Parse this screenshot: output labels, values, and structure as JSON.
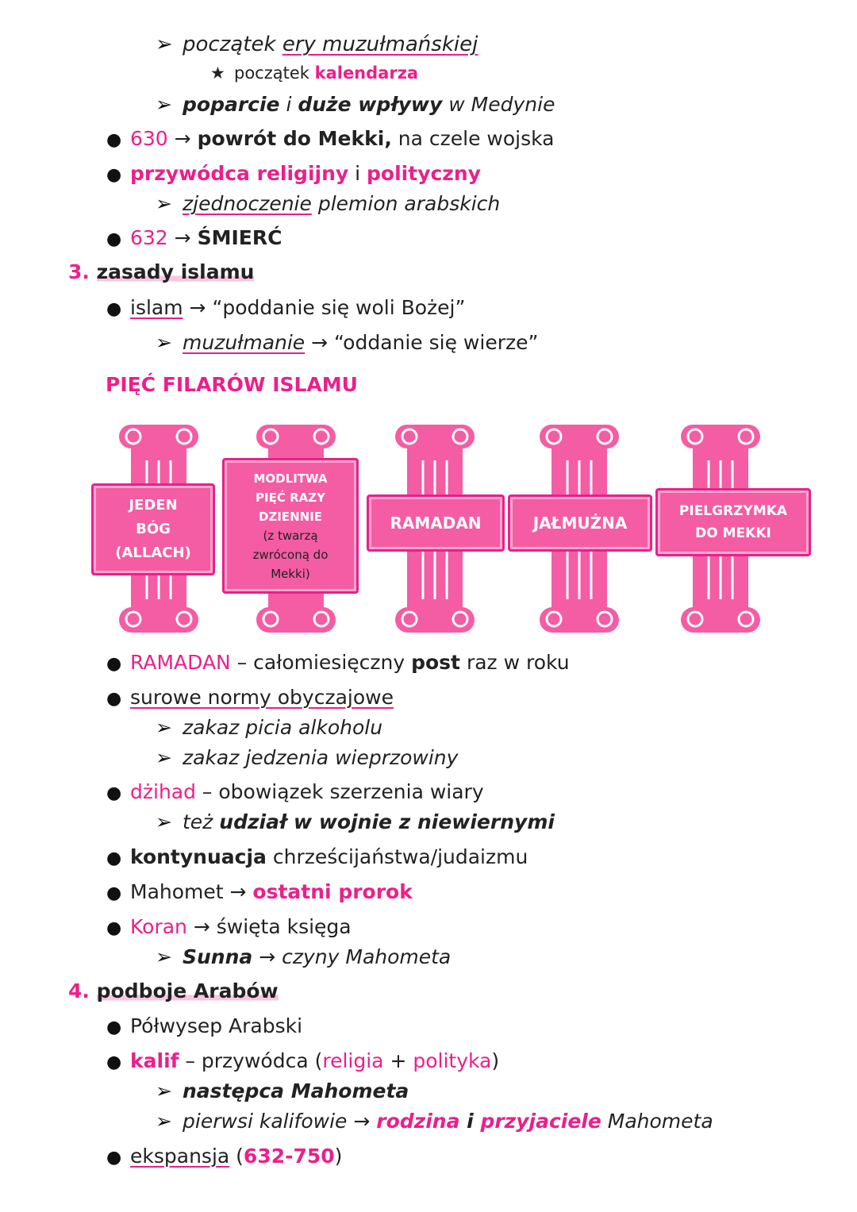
{
  "lines": {
    "l1": {
      "text": "początek ",
      "u": "ery muzułmańskiej"
    },
    "l2": {
      "a": "początek ",
      "b": "kalendarza"
    },
    "l3": {
      "a": "poparcie",
      "b": " i ",
      "c": "duże wpływy",
      "d": " w Medynie"
    },
    "l4": {
      "a": "630",
      "b": " → ",
      "c": "powrót do Mekki,",
      "d": " na czele wojska"
    },
    "l5": {
      "a": "przywódca religijny",
      "b": " i ",
      "c": "polityczny"
    },
    "l6": {
      "a": "zjednoczenie",
      "b": " plemion arabskich"
    },
    "l7": {
      "a": "632",
      "b": " → ",
      "c": "ŚMIERĆ"
    },
    "l8": {
      "a": "islam",
      "b": " → ",
      "c": "“poddanie się woli Bożej”"
    },
    "l9": {
      "a": "muzułmanie",
      "b": " → ",
      "c": "“oddanie się wierze”"
    },
    "l10": {
      "a": "RAMADAN",
      "b": " – całomiesięczny ",
      "c": "post",
      "d": " raz w roku"
    },
    "l11": {
      "a": "surowe normy obyczajowe"
    },
    "l12": {
      "a": "zakaz picia alkoholu"
    },
    "l13": {
      "a": "zakaz jedzenia wieprzowiny"
    },
    "l14": {
      "a": "dżihad",
      "b": " – obowiązek szerzenia wiary"
    },
    "l15": {
      "a": "też ",
      "b": "udział w wojnie z niewiernymi"
    },
    "l16": {
      "a": "kontynuacja",
      "b": " chrześcijaństwa/judaizmu"
    },
    "l17": {
      "a": "Mahomet → ",
      "b": "ostatni prorok"
    },
    "l18": {
      "a": "Koran",
      "b": " → święta księga"
    },
    "l19": {
      "a": "Sunna",
      "b": " → czyny Mahometa"
    },
    "l20": {
      "a": "Półwysep Arabski"
    },
    "l21": {
      "a": "kalif",
      "b": " – przywódca (",
      "c": "religia",
      "d": " + ",
      "e": "polityka",
      "f": ")"
    },
    "l22": {
      "a": "następca Mahometa"
    },
    "l23": {
      "a": "pierwsi kalifowie → ",
      "b": "rodzina",
      "c": " i ",
      "d": "przyjaciele",
      "e": " Mahometa"
    },
    "l24": {
      "a": "ekspansja",
      "b": " (",
      "c": "632-750",
      "d": ")"
    }
  },
  "sections": {
    "s3": {
      "num": "3.",
      "title": "zasady islamu"
    },
    "s4": {
      "num": "4.",
      "title": "podboje Arabów"
    }
  },
  "pillars_heading": "PIĘĆ FILARÓW ISLAMU",
  "pillars": [
    {
      "lines": [
        "JEDEN",
        "BÓG",
        "(ALLACH)"
      ]
    },
    {
      "lines": [
        "MODLITWA",
        "PIĘĆ RAZY",
        "DZIENNIE"
      ],
      "note": [
        "(z twarzą",
        "zwróconą do",
        "Mekki)"
      ]
    },
    {
      "lines": [
        "RAMADAN"
      ]
    },
    {
      "lines": [
        "JAŁMUŻNA"
      ]
    },
    {
      "lines": [
        "PIELGRZYMKA",
        "DO MEKKI"
      ]
    }
  ],
  "colors": {
    "accent": "#ec1f8b",
    "pillar": "#f45ca4"
  },
  "icons": {
    "arrow_bullet": "➢",
    "star_bullet": "★",
    "dot_bullet": "●"
  }
}
